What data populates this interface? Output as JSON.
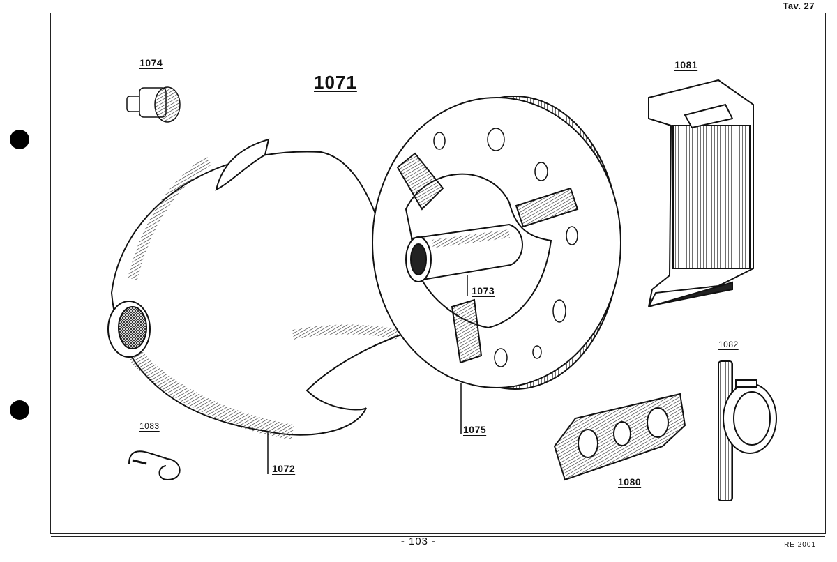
{
  "sheet": {
    "plate": "Tav. 27",
    "page_number": "- 103 -",
    "reference": "RE 2001"
  },
  "parts": [
    {
      "id": "1071",
      "label": "1071"
    },
    {
      "id": "1072",
      "label": "1072"
    },
    {
      "id": "1073",
      "label": "1073"
    },
    {
      "id": "1074",
      "label": "1074"
    },
    {
      "id": "1075",
      "label": "1075"
    },
    {
      "id": "1080",
      "label": "1080"
    },
    {
      "id": "1081",
      "label": "1081"
    },
    {
      "id": "1082",
      "label": "1082"
    },
    {
      "id": "1083",
      "label": "1083"
    }
  ]
}
